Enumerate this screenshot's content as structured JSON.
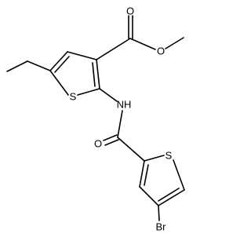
{
  "diagram": {
    "type": "chemical-structure",
    "atom_labels": {
      "o_carbonyl_ester": "O",
      "o_ester": "O",
      "s_ring1": "S",
      "nh": "NH",
      "o_amide": "O",
      "s_ring2": "S",
      "br": "Br"
    }
  }
}
